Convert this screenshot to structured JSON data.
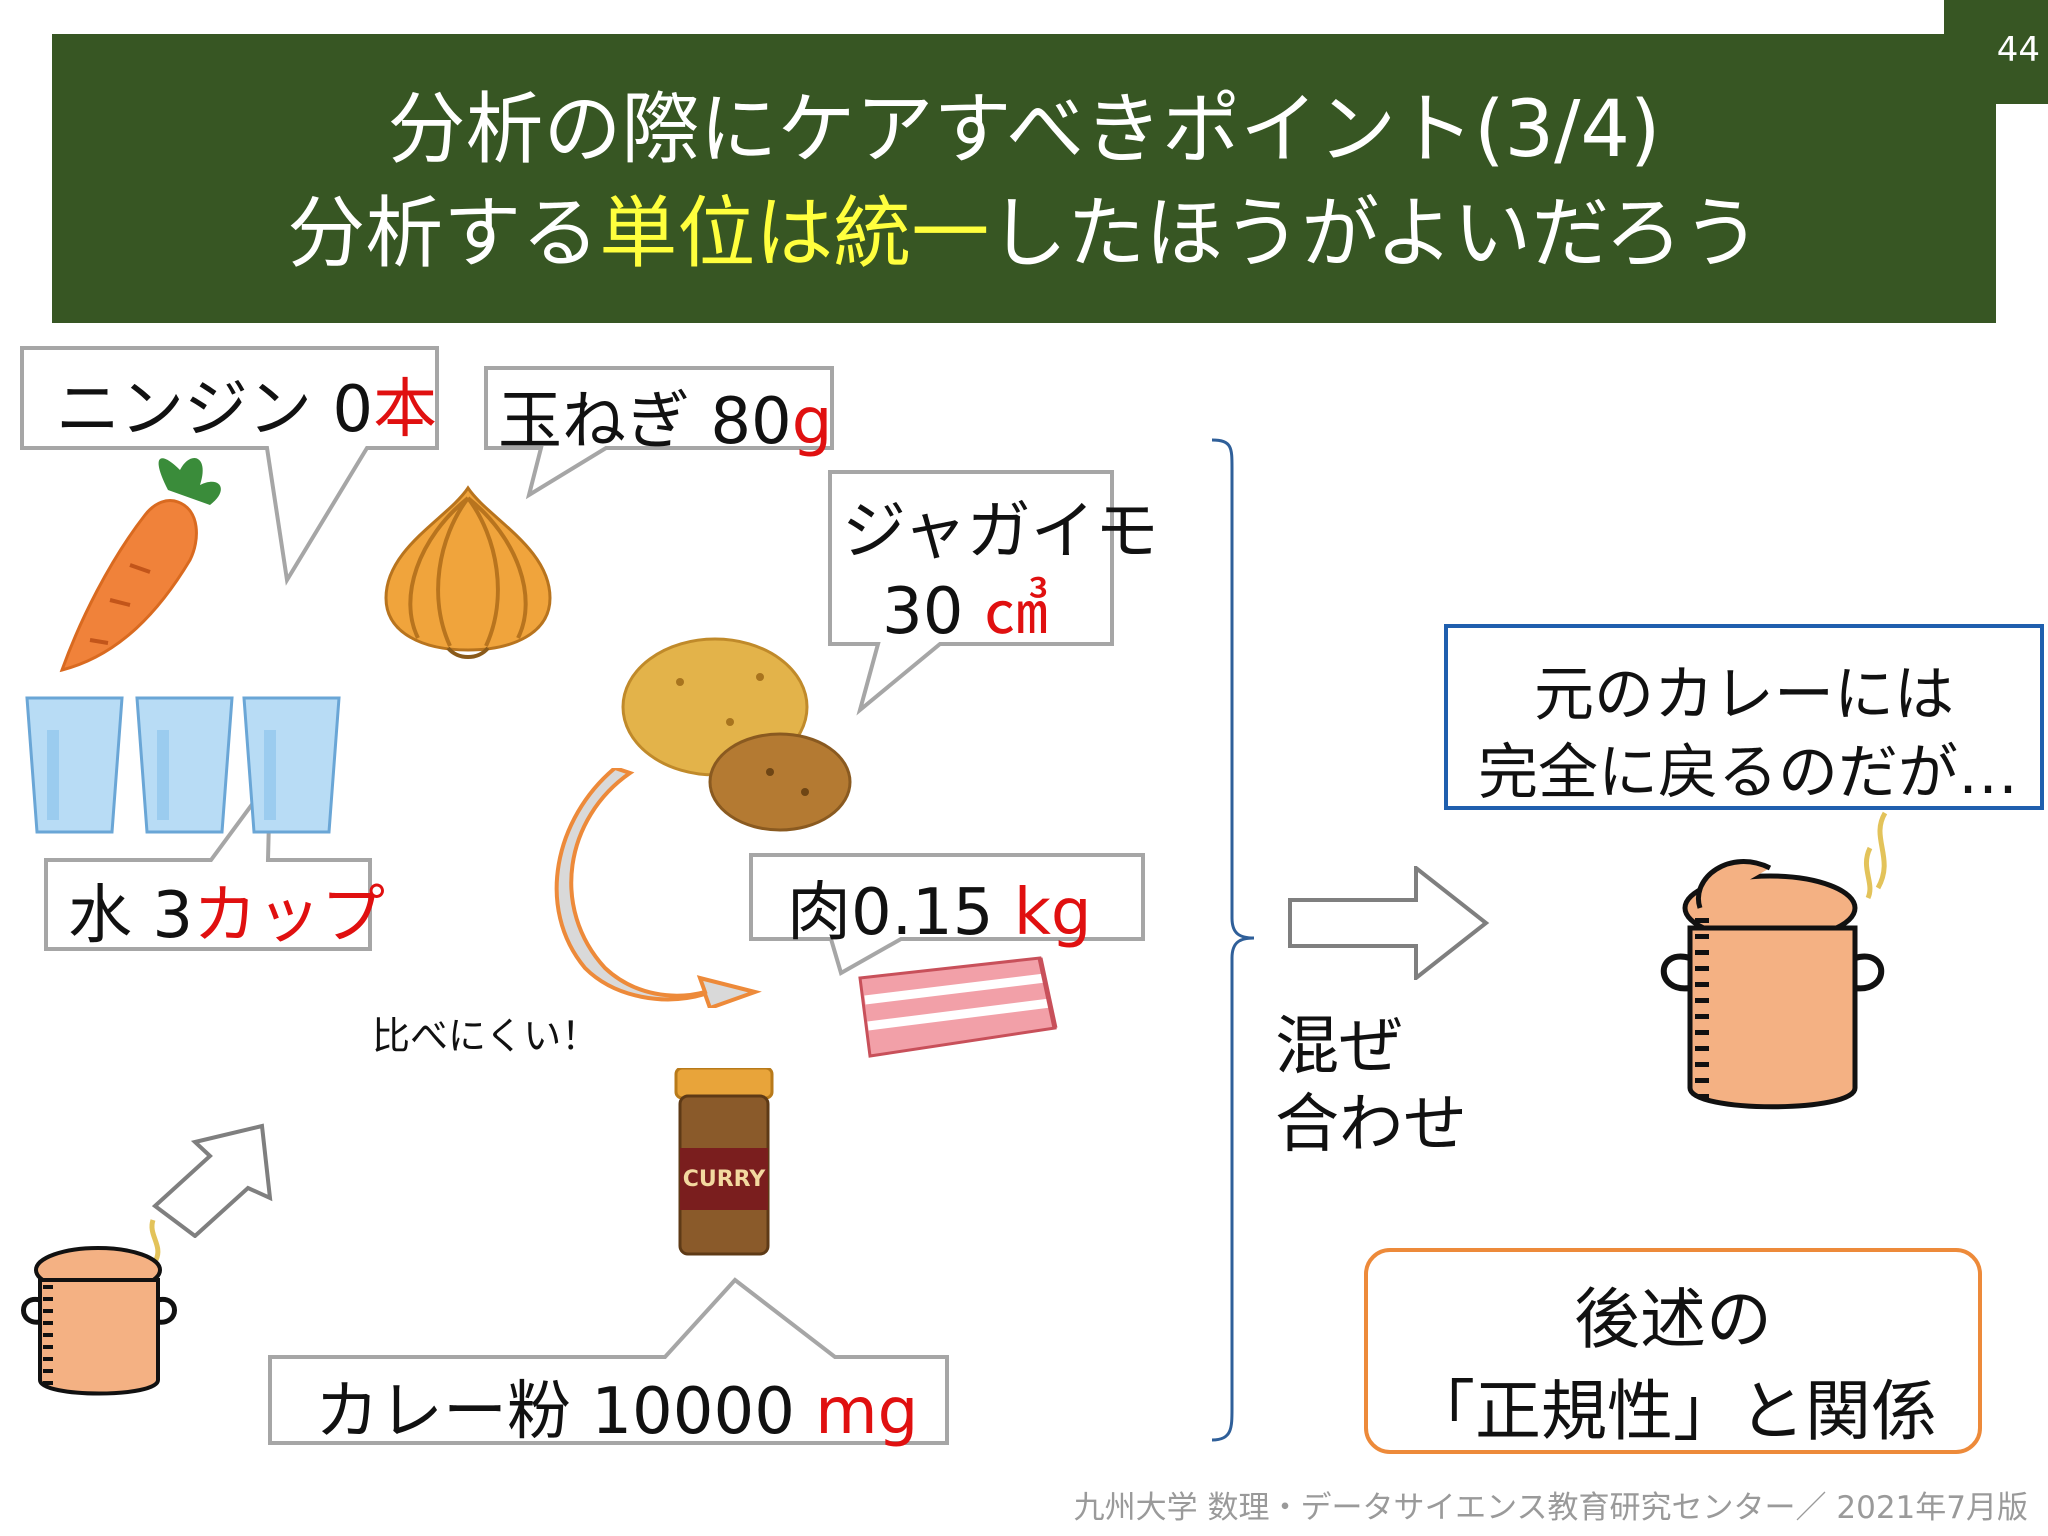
{
  "page_number": "44",
  "title": {
    "line1": "分析の際にケアすべきポイント(3/4)",
    "line2_before": "分析する",
    "line2_highlight": "単位は統一",
    "line2_after": "したほうがよいだろう"
  },
  "ingredients": {
    "carrot": {
      "name": "ニンジン 0",
      "unit": "本"
    },
    "onion": {
      "name": "玉ねぎ 80",
      "unit": "g"
    },
    "potato": {
      "name": "ジャガイモ",
      "amount": "30 ",
      "unit": "㎤"
    },
    "water": {
      "name": "水 3",
      "unit": "カップ"
    },
    "meat": {
      "name": "肉0.15 ",
      "unit": "kg"
    },
    "curry_powder": {
      "name": "カレー粉 10000 ",
      "unit": "mg"
    }
  },
  "hard_to_compare": "比べにくい！",
  "curry_label": "CURRY",
  "mix_line1": "混ぜ",
  "mix_line2": "合わせ",
  "restore_line1": "元のカレーには",
  "restore_line2": "完全に戻るのだが…",
  "normalize_line1": "後述の",
  "normalize_line2": "「正規性」と関係",
  "footer": "九州大学 数理・データサイエンス教育研究センター／ 2021年7月版",
  "colors": {
    "header_green": "#375623",
    "highlight_yellow": "#ffff3d",
    "unit_red": "#e01010",
    "blue_box": "#1f5fae",
    "orange_box": "#ed8a3a"
  }
}
